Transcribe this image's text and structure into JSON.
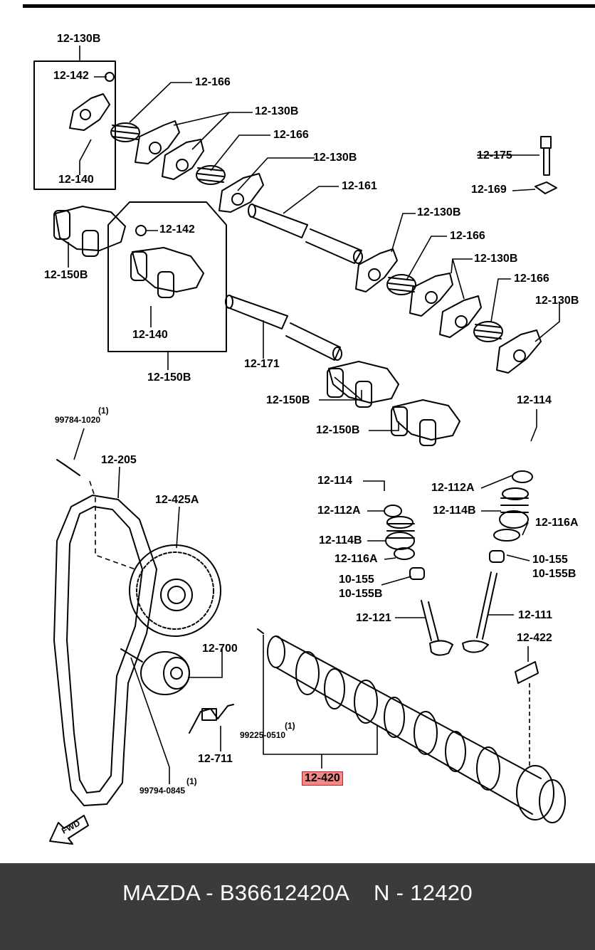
{
  "labels": {
    "l_130b_a": "12-130B",
    "l_142_a": "12-142",
    "l_166_a": "12-166",
    "l_130b_b": "12-130B",
    "l_166_b": "12-166",
    "l_130b_c": "12-130B",
    "l_140_a": "12-140",
    "l_161": "12-161",
    "l_175": "12-175",
    "l_169": "12-169",
    "l_142_b": "12-142",
    "l_150b_a": "12-150B",
    "l_130b_d": "12-130B",
    "l_166_c": "12-166",
    "l_130b_e": "12-130B",
    "l_166_d": "12-166",
    "l_130b_f": "12-130B",
    "l_140_b": "12-140",
    "l_171": "12-171",
    "l_150b_b": "12-150B",
    "l_150b_c": "12-150B",
    "l_150b_d": "12-150B",
    "l_114_a": "12-114",
    "l_99784_qty": "(1)",
    "l_99784": "99784-1020",
    "l_205": "12-205",
    "l_425a": "12-425A",
    "l_114_b": "12-114",
    "l_112a_a": "12-112A",
    "l_112a_b": "12-112A",
    "l_114b_a": "12-114B",
    "l_114b_b": "12-114B",
    "l_116a_a": "12-116A",
    "l_116a_b": "12-116A",
    "l_10155_a": "10-155",
    "l_10155b_a": "10-155B",
    "l_10155_b": "10-155",
    "l_10155b_b": "10-155B",
    "l_121": "12-121",
    "l_111": "12-111",
    "l_422": "12-422",
    "l_700": "12-700",
    "l_711": "12-711",
    "l_99225_qty": "(1)",
    "l_99225": "99225-0510",
    "l_420": "12-420",
    "l_99794_qty": "(1)",
    "l_99794": "99794-0845",
    "fwd": "FWD"
  },
  "highlight_color": "#f08a8a",
  "footer": {
    "text": "MAZDA - B36612420A    N - 12420"
  }
}
